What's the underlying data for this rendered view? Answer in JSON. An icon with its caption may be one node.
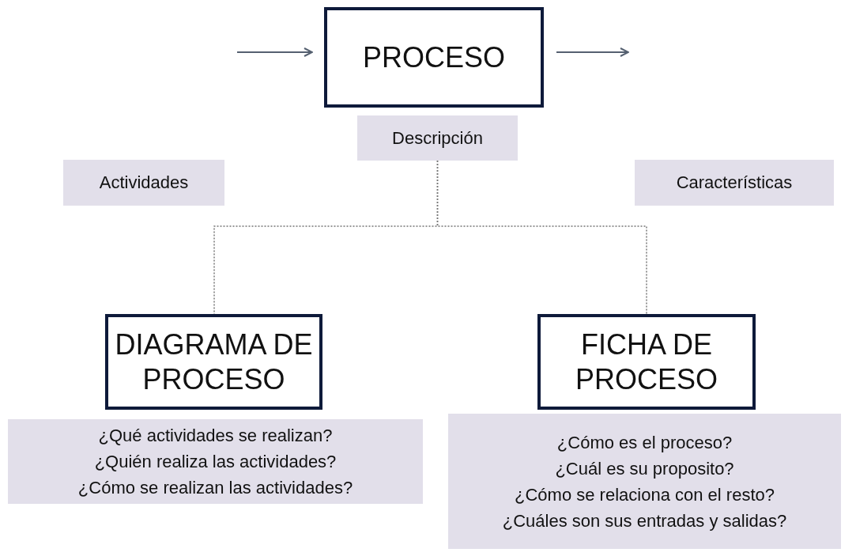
{
  "diagram": {
    "nodes": [
      {
        "text": [
          "PROCESO"
        ]
      },
      {
        "text": [
          "Descripción"
        ]
      },
      {
        "text": [
          "Actividades"
        ]
      },
      {
        "text": [
          "Características"
        ]
      },
      {
        "text": [
          "DIAGRAMA DE PROCESO"
        ]
      },
      {
        "text": [
          "FICHA DE PROCESO"
        ]
      },
      {
        "text": [
          "¿Qué actividades se realizan?",
          "¿Quién realiza las actividades?",
          "¿Cómo se realizan las actividades?"
        ]
      },
      {
        "text": [
          "¿Cómo es el proceso?",
          "¿Cuál es su proposito?",
          "¿Cómo se relaciona con el resto?",
          "¿Cuáles son sus entradas y salidas?"
        ]
      }
    ],
    "edges": [
      {
        "from": null,
        "to": 0,
        "arrow": "to"
      },
      {
        "from": 0,
        "to": null,
        "arrow": "to"
      },
      {
        "from": 1,
        "to": 4,
        "arrow": "none",
        "style": "dashed"
      },
      {
        "from": 1,
        "to": 5,
        "arrow": "none",
        "style": "dashed"
      }
    ]
  }
}
